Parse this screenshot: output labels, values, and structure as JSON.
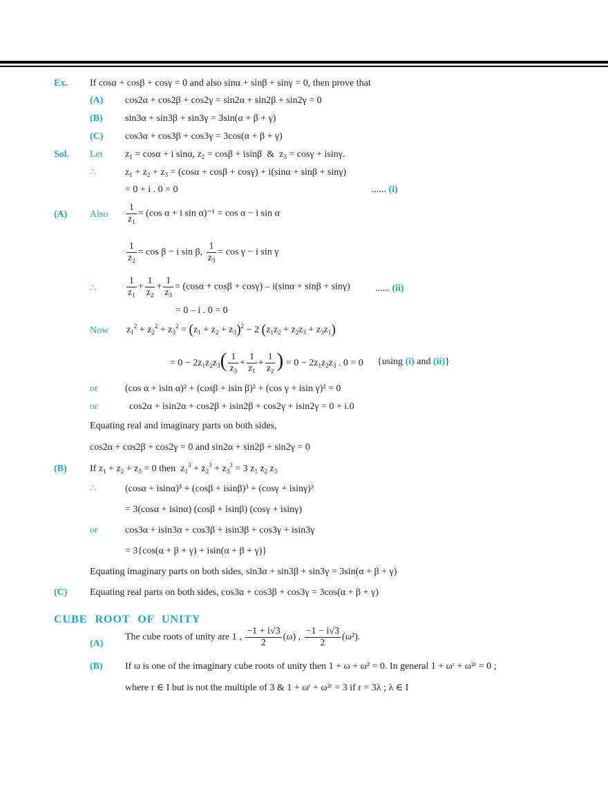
{
  "labels": {
    "ex": "Ex.",
    "sol": "Sol.",
    "A": "(A)",
    "B": "(B)",
    "C": "(C)",
    "therefore": "∴",
    "let": "Let",
    "also": "Also",
    "now": "Now",
    "or": "or",
    "ref_i": "(i)",
    "ref_ii": "(ii)",
    "dots": "......"
  },
  "problem": {
    "statement": "If cosα + cosβ + cosγ = 0 and also sinα + sinβ + sinγ = 0, then prove that",
    "A": "cos2α + cos2β + cos2γ = sin2α + sin2β + sin2γ = 0",
    "B": "sin3α + sin3β + sin3γ = 3sin(α + β + γ)",
    "C": "cos3α + cos3β + cos3γ = 3cos(α + β + γ)"
  },
  "solution": {
    "let_line": "= cosα + i sinα, z",
    "sum_line": "= (cosα + cosβ + cosγ) + i(sinα + sinβ + sinγ)",
    "zero_line": "= 0 + i . 0 = 0",
    "inv1_rhs": "= (cos α + i sin α)⁻¹ = cos α − i sin α",
    "inv2_rhs": "= cos β − i sin β,",
    "inv3_rhs": "= cos γ − i sin γ",
    "inv_sum_rhs": "= (cosα + cosβ + cosγ) – i(sinα + sinβ + sinγ)",
    "inv_zero": "= 0 – i . 0 = 0",
    "using": "{using",
    "and": "and",
    "or1": "(cos α + isin α)² + (cosβ + isin β)² + (cos γ + isin γ)² = 0",
    "or2": "cos2α + isin2α + cos2β + isin2β + cos2γ + isin2γ = 0 + i.0",
    "equating1": "Equating real and imaginary parts on both sides,",
    "result_A": "cos2α + cos2β + cos2γ = 0 and sin2α + sin2β + sin2γ = 0",
    "cube_line": "(cosα + isinα)³ + (cosβ + isinβ)³ + (cosγ + isinγ)³",
    "cube_prod": "= 3(cosα + isinα) (cosβ + isinβ) (cosγ + isinγ)",
    "or3": "cos3α + isin3α + cos3β + isin3β + cos3γ + isin3γ",
    "cis_sum": "= 3{cos(α + β + γ) + isin(α + β + γ)}",
    "equating_imag": "Equating imaginary parts on both sides, sin3α + sin3β + sin3γ = 3sin(α + β + γ)",
    "equating_real": "Equating real parts on both sides, cos3α + cos3β + cos3γ = 3cos(α + β + γ)"
  },
  "cube_root": {
    "heading": "CUBE ROOT OF UNITY",
    "A_text": "The cube roots of unity are  1 ,",
    "omega_num1": "−1 + i√3",
    "omega_num2": "−1 − i√3",
    "den": "2",
    "omega1": "(ω) ,",
    "omega2": "(ω²).",
    "B_line1": "If ω is one of the imaginary cube roots of unity then 1 + ω + ω² = 0. In general 1 + ωʳ + ω²ʳ = 0 ;",
    "B_line2": "where r ∈ I but is not the multiple of 3 & 1 + ωʳ + ω²ʳ = 3 if r = 3λ ; λ ∈ I"
  },
  "colors": {
    "accent": "#1ba6d0",
    "text": "#231f20"
  }
}
